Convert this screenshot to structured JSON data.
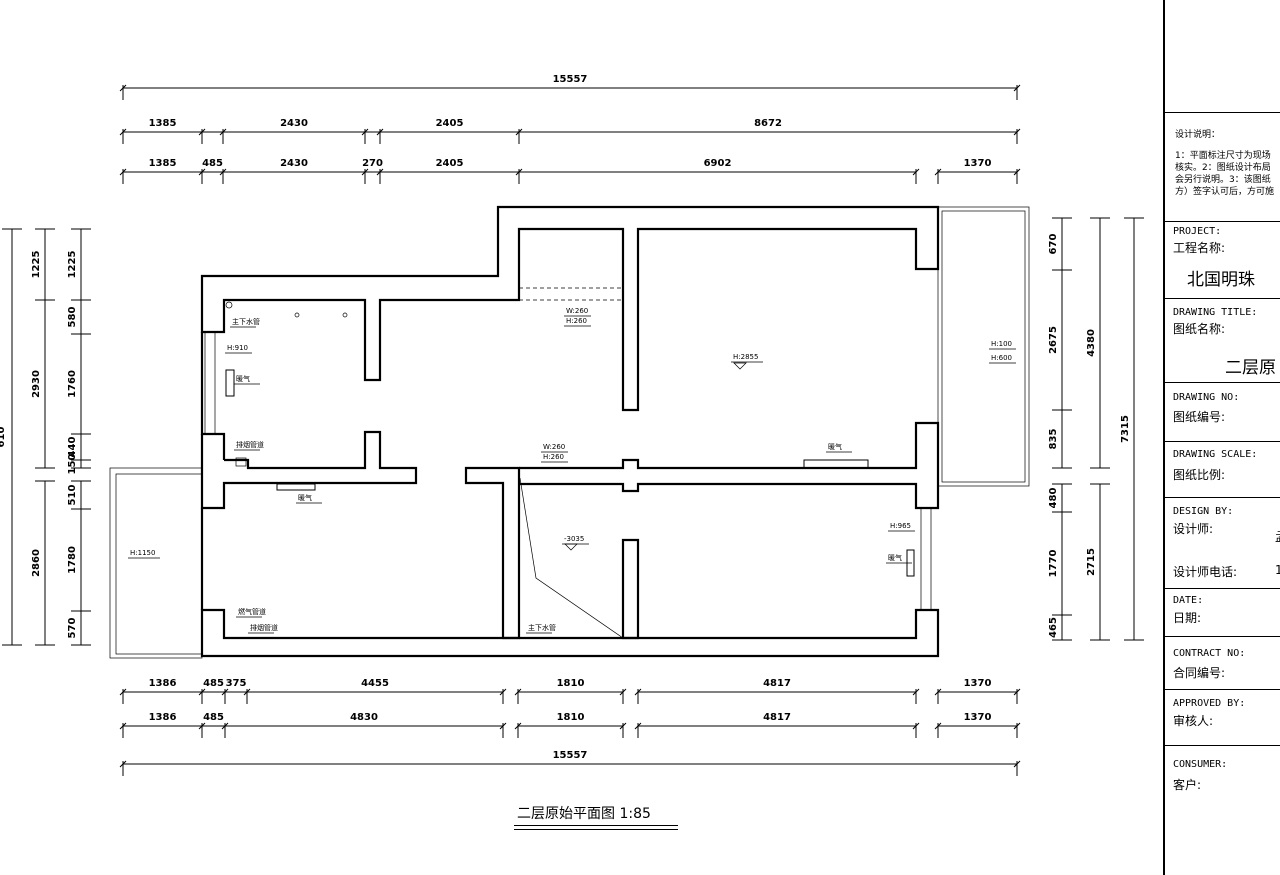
{
  "plan": {
    "title": "二层原始平面图 1:85",
    "dims_top": {
      "total": "15557",
      "row1": [
        "1385",
        "2430",
        "2405",
        "8672"
      ],
      "row2": [
        "1385",
        "485",
        "2430",
        "270",
        "2405",
        "6902",
        "1370"
      ]
    },
    "dims_bottom": {
      "row1": [
        "1386",
        "485",
        "375",
        "4455",
        "1810",
        "4817",
        "1370"
      ],
      "row2": [
        "1386",
        "485",
        "4830",
        "1810",
        "4817",
        "1370"
      ],
      "total": "15557"
    },
    "dims_left": {
      "outer_top": "1225",
      "outer_mid": "2930",
      "outer_bottom": "2860",
      "outer_cut": "610",
      "inner": [
        "1225",
        "580",
        "1760",
        "440",
        "150",
        "510",
        "1780",
        "570"
      ]
    },
    "dims_right": {
      "inner": [
        "670",
        "2675",
        "835",
        "480",
        "1770",
        "465"
      ],
      "mid": [
        "4380",
        "2715"
      ],
      "total": "7315"
    },
    "annotations": [
      {
        "key": "drain1",
        "text": "主下水管"
      },
      {
        "key": "h910",
        "text": "H:910"
      },
      {
        "key": "heat1",
        "text": "暖气"
      },
      {
        "key": "smoke1",
        "text": "排烟管道"
      },
      {
        "key": "heat2",
        "text": "暖气"
      },
      {
        "key": "w260a",
        "text": "W:260"
      },
      {
        "key": "h260a",
        "text": "H:260"
      },
      {
        "key": "h2855",
        "text": "H:2855"
      },
      {
        "key": "h100",
        "text": "H:100"
      },
      {
        "key": "h600",
        "text": "H:600"
      },
      {
        "key": "w260b",
        "text": "W:260"
      },
      {
        "key": "h260b",
        "text": "H:260"
      },
      {
        "key": "heat3",
        "text": "暖气"
      },
      {
        "key": "h1150",
        "text": "H:1150"
      },
      {
        "key": "m3035",
        "text": "-3035"
      },
      {
        "key": "h965",
        "text": "H:965"
      },
      {
        "key": "heat4",
        "text": "暖气"
      },
      {
        "key": "gas",
        "text": "燃气管道"
      },
      {
        "key": "smoke2",
        "text": "排烟管道"
      },
      {
        "key": "drain2",
        "text": "主下水管"
      }
    ]
  },
  "titleblock": {
    "notes_label": "设计说明：",
    "notes_lines": [
      "1：平面标注尺寸为现场",
      "核实。2：图纸设计布局",
      "会另行说明。3：该图纸",
      "方）签字认可后，方可施"
    ],
    "project_en": "PROJECT:",
    "project_zh": "工程名称:",
    "project_value": "北国明珠",
    "drawing_title_en": "DRAWING TITLE:",
    "drawing_title_zh": "图纸名称:",
    "drawing_title_value": "二层原",
    "drawing_no_en": "DRAWING NO:",
    "drawing_no_zh": "图纸编号:",
    "drawing_scale_en": "DRAWING SCALE:",
    "drawing_scale_zh": "图纸比例:",
    "design_by_en": "DESIGN BY:",
    "design_by_zh": "设计师:",
    "designer_value": "孟",
    "designer_phone_zh": "设计师电话:",
    "designer_phone_value": "1",
    "date_en": "DATE:",
    "date_zh": "日期:",
    "contract_en": "CONTRACT NO:",
    "contract_zh": "合同编号:",
    "approved_en": "APPROVED BY:",
    "approved_zh": "审核人:",
    "consumer_en": "CONSUMER:",
    "consumer_zh": "客户:"
  }
}
